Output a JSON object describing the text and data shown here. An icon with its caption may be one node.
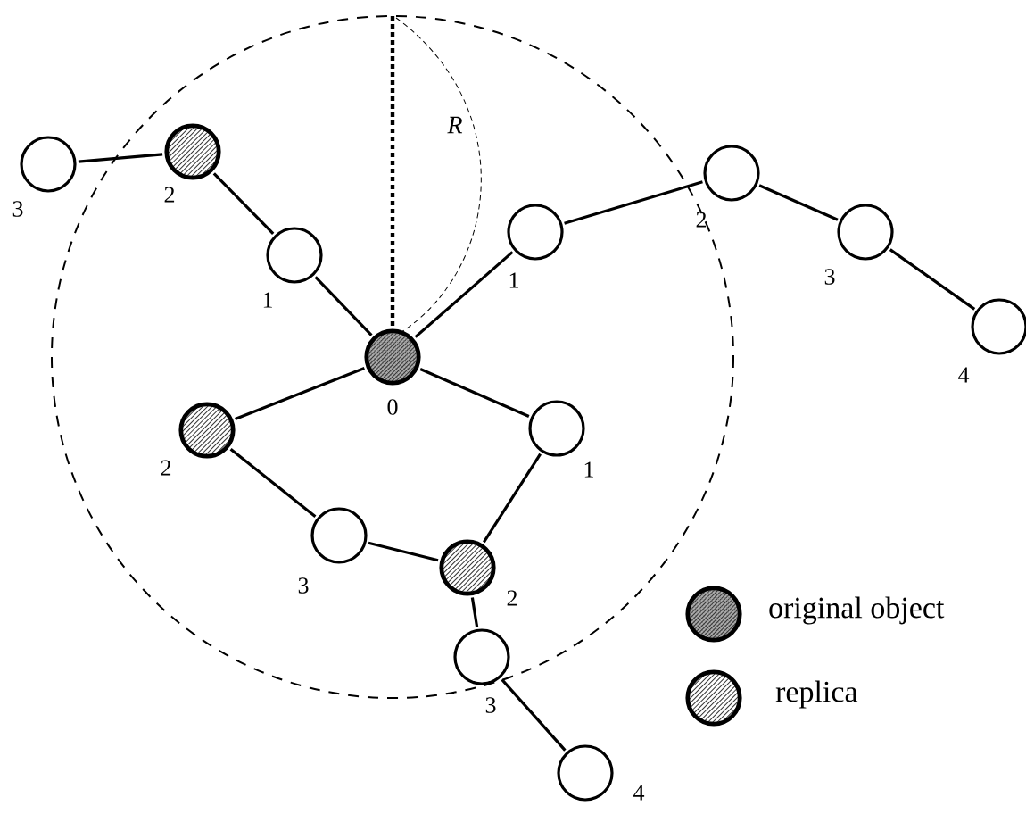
{
  "diagram": {
    "nodes": [
      {
        "text": [],
        "shape": "circle",
        "beside": [
          "3"
        ]
      },
      {
        "text": [],
        "shape": "circle",
        "beside": [
          "2"
        ]
      },
      {
        "text": [],
        "shape": "circle",
        "beside": [
          "2"
        ]
      },
      {
        "text": [],
        "shape": "circle",
        "beside": [
          "1"
        ]
      },
      {
        "text": [],
        "shape": "circle",
        "beside": [
          "1"
        ]
      },
      {
        "text": [],
        "shape": "circle",
        "beside": [
          "3"
        ]
      },
      {
        "text": [],
        "shape": "circle",
        "beside": [
          "4"
        ]
      },
      {
        "text": [],
        "shape": "circle",
        "beside": [
          "0"
        ]
      },
      {
        "text": [],
        "shape": "circle",
        "beside": [
          "1"
        ]
      },
      {
        "text": [],
        "shape": "circle",
        "beside": [
          "2"
        ]
      },
      {
        "text": [],
        "shape": "circle",
        "beside": [
          "3"
        ]
      },
      {
        "text": [],
        "shape": "circle",
        "beside": [
          "2"
        ]
      },
      {
        "text": [],
        "shape": "circle",
        "beside": [
          "3"
        ]
      },
      {
        "text": [],
        "shape": "circle",
        "beside": [
          "4"
        ]
      }
    ],
    "edges": [
      {
        "from": 7,
        "to": 3,
        "arrow": "none"
      },
      {
        "from": 3,
        "to": 1,
        "arrow": "none"
      },
      {
        "from": 1,
        "to": 0,
        "arrow": "none"
      },
      {
        "from": 7,
        "to": 4,
        "arrow": "none"
      },
      {
        "from": 4,
        "to": 2,
        "arrow": "none"
      },
      {
        "from": 2,
        "to": 5,
        "arrow": "none"
      },
      {
        "from": 5,
        "to": 6,
        "arrow": "none"
      },
      {
        "from": 7,
        "to": 9,
        "arrow": "none"
      },
      {
        "from": 9,
        "to": 10,
        "arrow": "none"
      },
      {
        "from": 10,
        "to": 11,
        "arrow": "none"
      },
      {
        "from": 11,
        "to": 8,
        "arrow": "none"
      },
      {
        "from": 8,
        "to": 7,
        "arrow": "none"
      },
      {
        "from": 11,
        "to": 12,
        "arrow": "none"
      },
      {
        "from": 12,
        "to": 13,
        "arrow": "none"
      }
    ],
    "labels": [
      "R"
    ],
    "legend": [
      {
        "text": "original object"
      },
      {
        "text": "replica"
      }
    ]
  }
}
